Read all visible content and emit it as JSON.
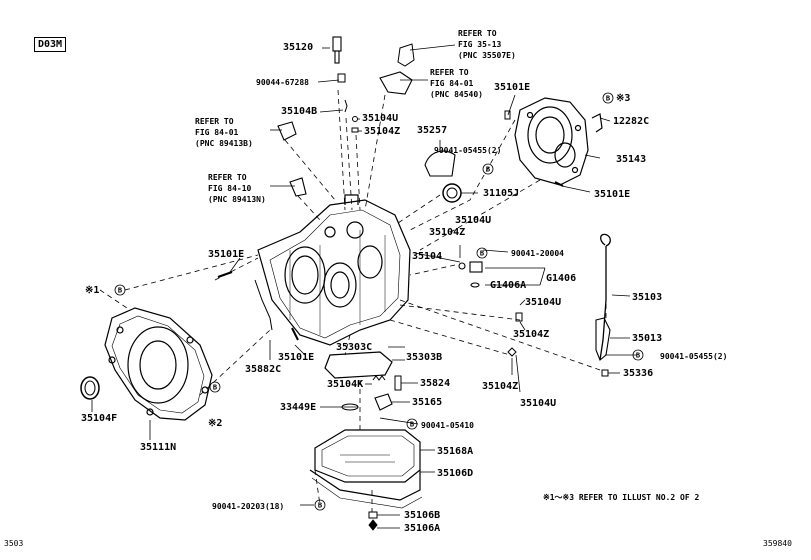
{
  "header": {
    "code_box": "D03M"
  },
  "labels": {
    "p35120": "35120",
    "p90044": "90044-67288",
    "p35104b": "35104B",
    "p35104u_top": "35104U",
    "p35104z_top": "35104Z",
    "refer1_l1": "REFER TO",
    "refer1_l2": "FIG 84-01",
    "refer1_l3": "(PNC 89413B)",
    "refer2_l1": "REFER TO",
    "refer2_l2": "FIG 84-10",
    "refer2_l3": "(PNC 89413N)",
    "refer3_l1": "REFER TO",
    "refer3_l2": "FIG 35-13",
    "refer3_l3": "(PNC 35507E)",
    "refer4_l1": "REFER TO",
    "refer4_l2": "FIG 84-01",
    "refer4_l3": "(PNC 84540)",
    "p35101e_top": "35101E",
    "p12282c": "12282C",
    "p35143": "35143",
    "p35101e_r": "35101E",
    "p35257": "35257",
    "p90041_05455_top": "90041-05455(2)",
    "p31105j": "31105J",
    "p35104u_mid": "35104U",
    "p35104z_mid": "35104Z",
    "p90041_20004": "90041-20004",
    "p35104": "35104",
    "pg1406": "G1406",
    "pg1406a": "G1406A",
    "p35101e_l": "35101E",
    "p35103": "35103",
    "p35104u_r": "35104U",
    "p35104z_r": "35104Z",
    "p35013": "35013",
    "p90041_05455_r": "90041-05455(2)",
    "p35336": "35336",
    "p35303c": "35303C",
    "p35303b": "35303B",
    "p35882c": "35882C",
    "p35101e_b": "35101E",
    "p35104k": "35104K",
    "p35824": "35824",
    "p35104z_b": "35104Z",
    "p35104u_b": "35104U",
    "p33449e": "33449E",
    "p35165": "35165",
    "p90041_05410": "90041-05410",
    "p35104f": "35104F",
    "p35111n": "35111N",
    "p35168a": "35168A",
    "p35106d": "35106D",
    "p90041_20203": "90041-20203(18)",
    "p35106b": "35106B",
    "p35106a": "35106A",
    "mark1": "※1",
    "mark2": "※2",
    "mark3": "※3",
    "bolt_b": "B",
    "note": "※1～※3 REFER TO ILLUST NO.2 OF 2"
  },
  "footer": {
    "left": "3503",
    "right": "359840"
  }
}
